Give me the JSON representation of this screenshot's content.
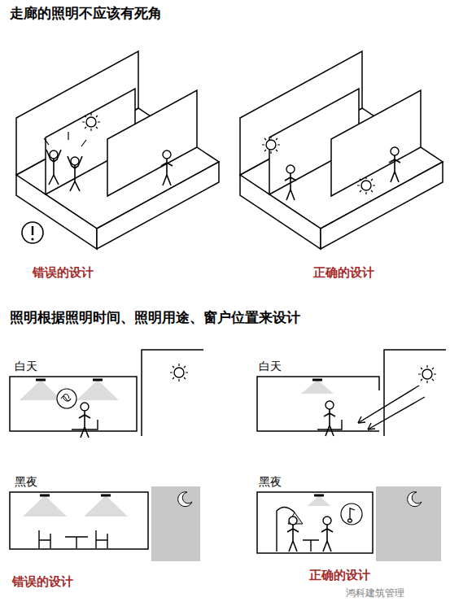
{
  "diagram": {
    "title": "走廊的照明不应该有死角",
    "labels": [
      "错误的设计",
      "正确的设计",
      "照明根据照明时间、照明用途、窗户位置来设计",
      "白天",
      "白天",
      "黑夜",
      "黑夜",
      "错误的设计",
      "正确的设计",
      "鸿科建筑管理"
    ]
  }
}
